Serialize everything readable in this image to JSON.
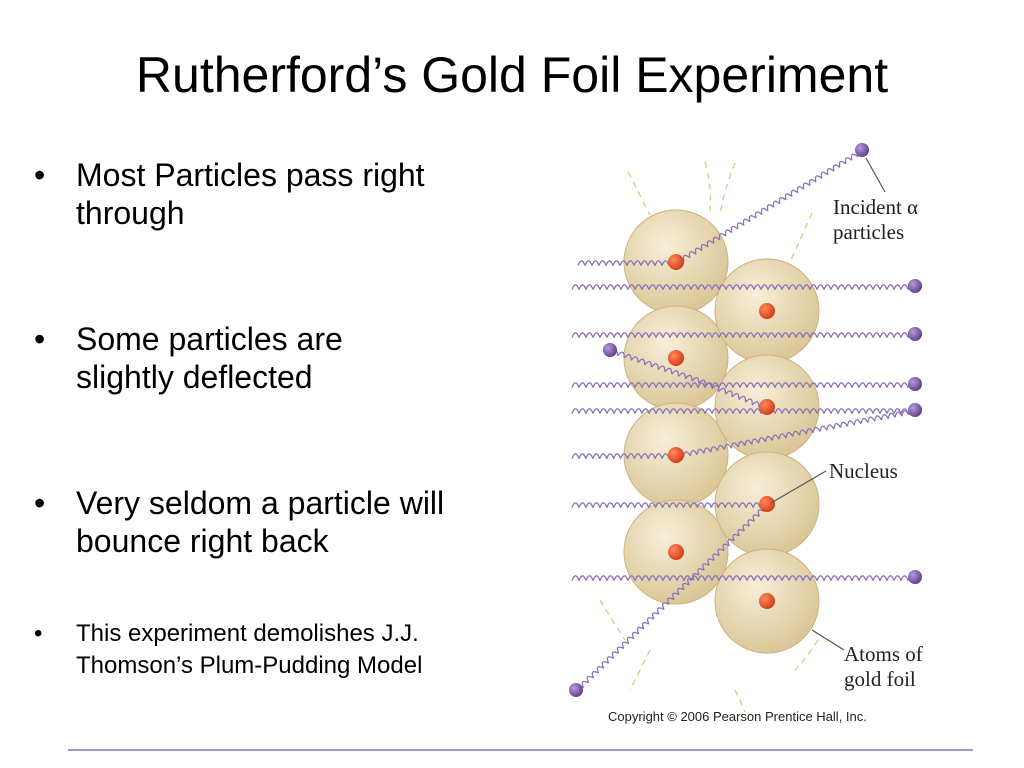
{
  "slide": {
    "title": "Rutherford’s Gold Foil Experiment",
    "bullet_symbol": "•",
    "bullets": [
      {
        "line1": "Most Particles pass right",
        "line2": "through"
      },
      {
        "line1": "Some particles are",
        "line2": "slightly deflected"
      },
      {
        "line1": "Very seldom a particle will",
        "line2": "bounce right back"
      },
      {
        "line1": "This experiment demolishes J.J.",
        "line2": "Thomson’s Plum-Pudding Model"
      }
    ]
  },
  "diagram": {
    "labels": {
      "incident_line1": "Incident α",
      "incident_line2": "particles",
      "nucleus": "Nucleus",
      "atoms_line1": "Atoms of",
      "atoms_line2": "gold foil"
    },
    "copyright": "Copyright © 2006 Pearson Prentice Hall, Inc.",
    "colors": {
      "atom": "#e6d6b0",
      "nucleus": "#e8502a",
      "particle": "#7d5aa6",
      "wave": "#8a72b8",
      "leader": "#555555"
    }
  }
}
